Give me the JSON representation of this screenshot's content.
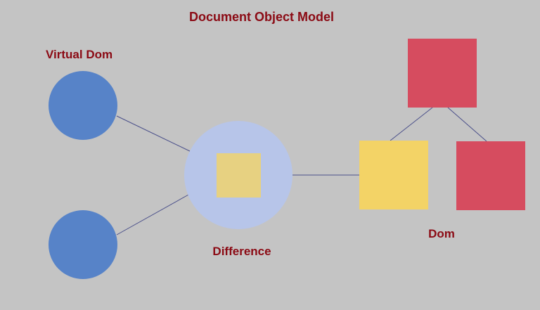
{
  "title": "Document Object Model",
  "labels": {
    "virtual_dom": "Virtual Dom",
    "difference": "Difference",
    "dom": "Dom"
  },
  "colors": {
    "background": "#c4c4c4",
    "text": "#8b0a14",
    "virtual_node": "#5783c8",
    "difference_circle": "#b7c5e9",
    "changed_node": "#f3d366",
    "dom_node": "#d64c5f",
    "edge": "#4a4f8a"
  }
}
